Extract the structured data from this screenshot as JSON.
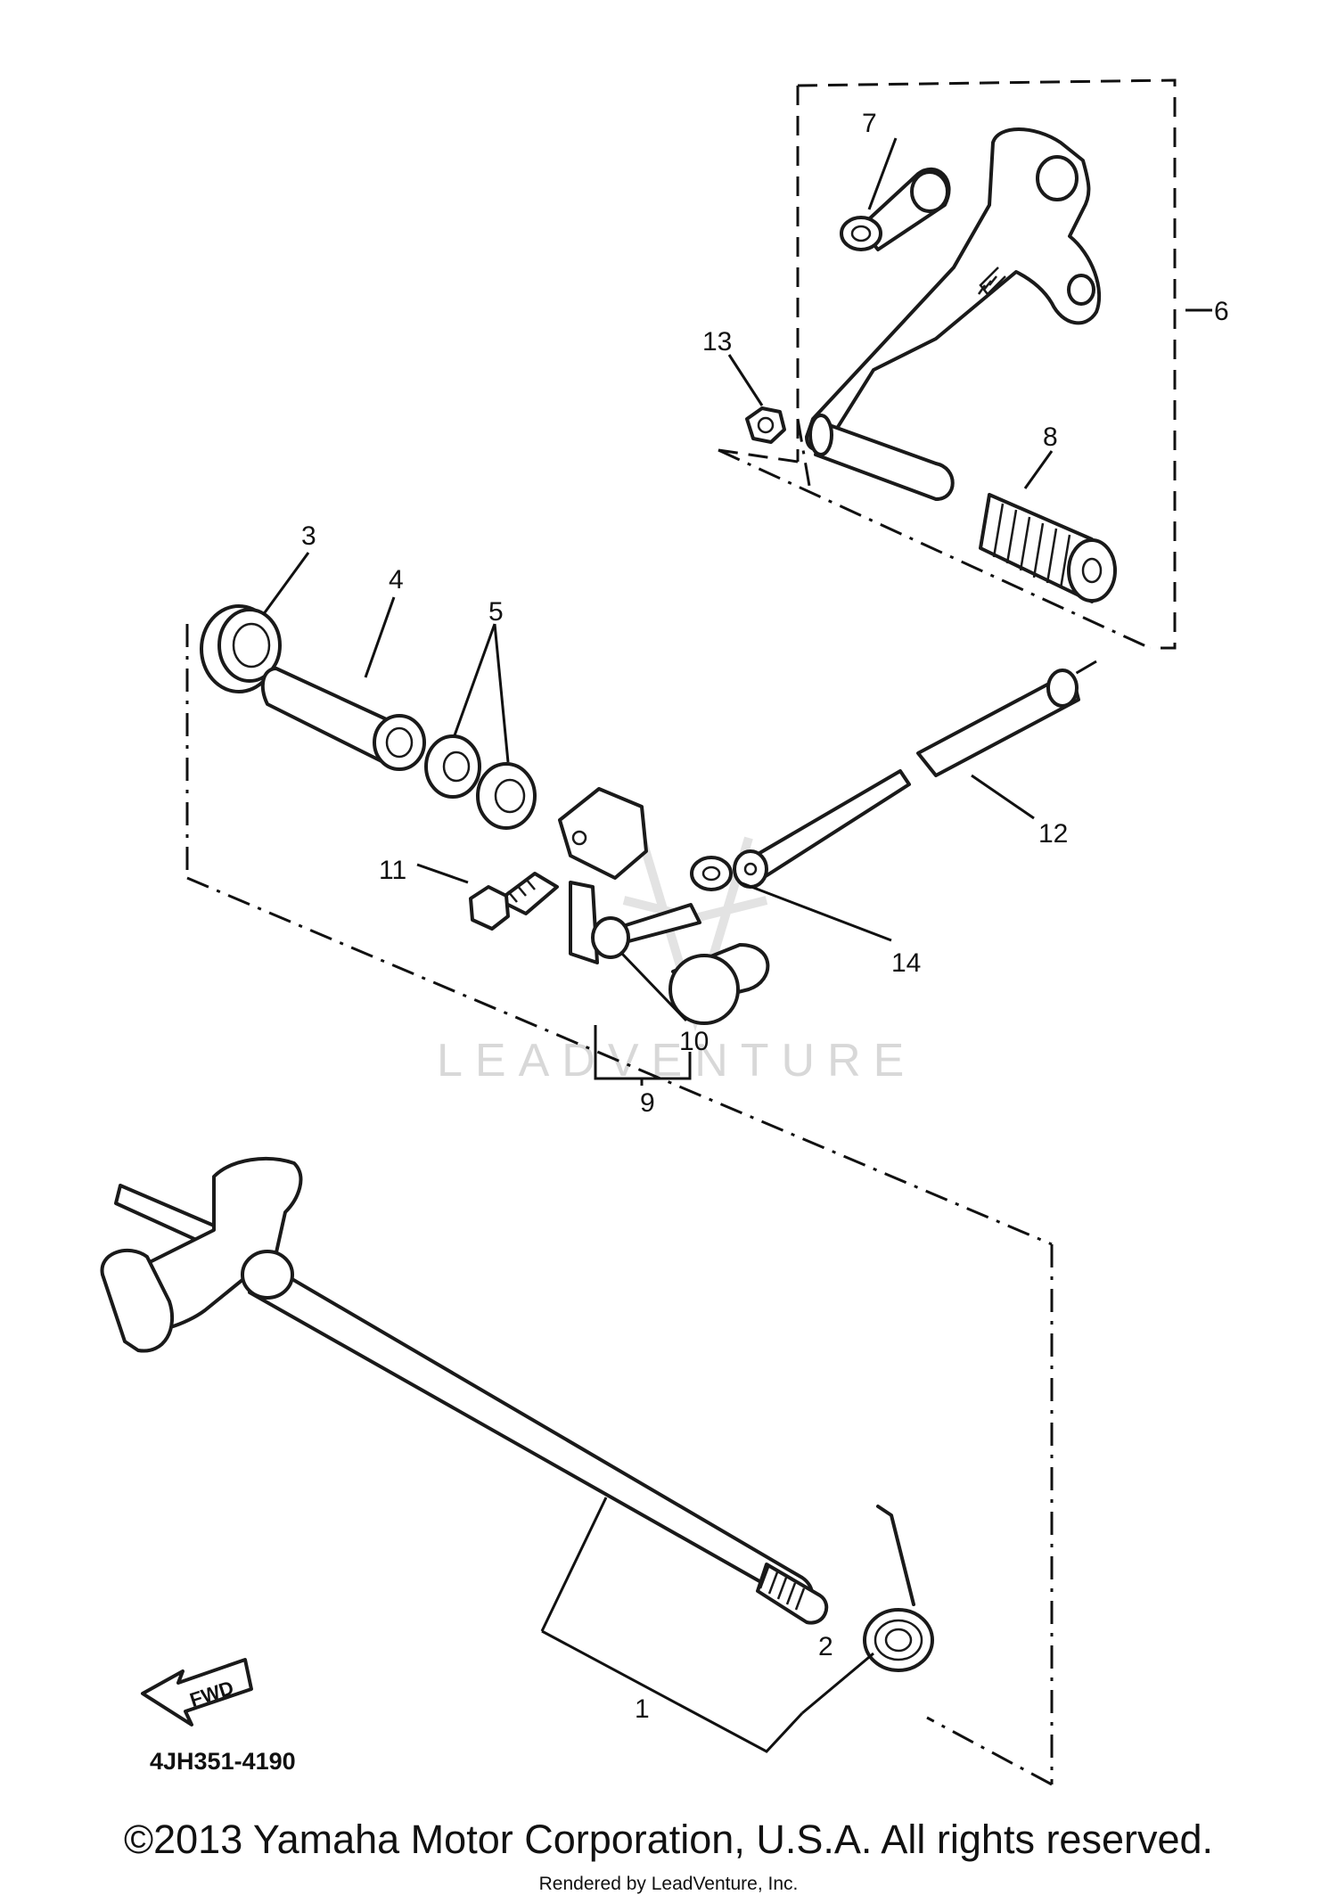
{
  "callouts": [
    "1",
    "2",
    "3",
    "4",
    "5",
    "6",
    "7",
    "8",
    "9",
    "10",
    "11",
    "12",
    "13",
    "14"
  ],
  "direction_label": "FWD",
  "diagram_code": "4JH351-4190",
  "watermark": "LEADVENTURE",
  "copyright": "©2013 Yamaha Motor Corporation, U.S.A. All rights reserved.",
  "rendered_by": "Rendered by LeadVenture, Inc."
}
